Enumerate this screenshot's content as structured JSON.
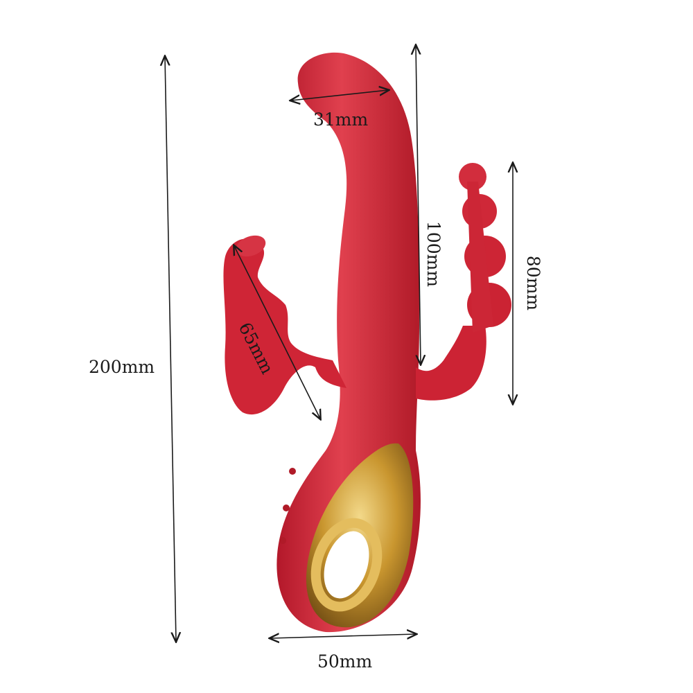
{
  "colors": {
    "body": "#d42a3a",
    "body_highlight": "#e8505d",
    "body_shadow": "#a8151f",
    "gold": "#c9962f",
    "gold_dark": "#6e4a12",
    "gold_light": "#f3d98a",
    "dimension_line": "#1a1a1a",
    "background": "#ffffff"
  },
  "dimensions": {
    "total_length": "200mm",
    "head_width": "31mm",
    "shaft_length": "100mm",
    "beads_length": "80mm",
    "clitoral_arm": "65mm",
    "base_width": "50mm"
  }
}
